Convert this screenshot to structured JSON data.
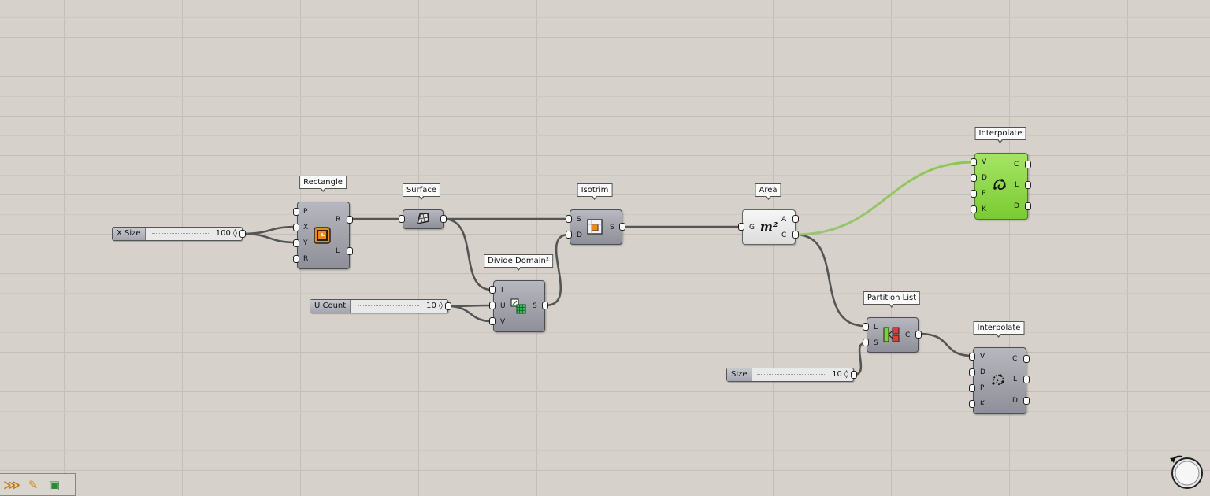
{
  "canvas": {
    "background": "#d6d2cb",
    "grid_line": "#c3beb6",
    "wire_color": "#555555",
    "wire_selected_color": "#8cc84b"
  },
  "components": {
    "rectangle": {
      "name": "Rectangle",
      "inputs": [
        "P",
        "X",
        "Y",
        "R"
      ],
      "outputs": [
        "R",
        "L"
      ],
      "icon": "rectangle-icon"
    },
    "surface": {
      "name": "Surface",
      "icon": "surface-icon"
    },
    "isotrim": {
      "name": "Isotrim",
      "inputs": [
        "S",
        "D"
      ],
      "outputs": [
        "S"
      ],
      "icon": "isotrim-icon"
    },
    "divide_domain": {
      "name": "Divide Domain²",
      "inputs": [
        "I",
        "U",
        "V"
      ],
      "outputs": [
        "S"
      ],
      "icon": "divide-domain-icon"
    },
    "area": {
      "name": "Area",
      "inputs": [
        "G"
      ],
      "outputs": [
        "A",
        "C"
      ],
      "icon_text": "m²"
    },
    "interpolate_top": {
      "name": "Interpolate",
      "inputs": [
        "V",
        "D",
        "P",
        "K"
      ],
      "outputs": [
        "C",
        "L",
        "D"
      ],
      "icon": "interpolate-icon",
      "state": "selected",
      "color": "#8ed34a"
    },
    "partition_list": {
      "name": "Partition List",
      "inputs": [
        "L",
        "S"
      ],
      "outputs": [
        "C"
      ],
      "icon": "partition-list-icon"
    },
    "interpolate_bottom": {
      "name": "Interpolate",
      "inputs": [
        "V",
        "D",
        "P",
        "K"
      ],
      "outputs": [
        "C",
        "L",
        "D"
      ],
      "icon": "interpolate-icon"
    }
  },
  "sliders": {
    "x_size": {
      "label": "X Size",
      "value": "100 ◊"
    },
    "u_count": {
      "label": "U Count",
      "value": "10 ◊"
    },
    "size": {
      "label": "Size",
      "value": "10 ◊"
    }
  },
  "toolbar": {
    "items": [
      {
        "icon": "wire-display-icon",
        "glyph": "⋙"
      },
      {
        "icon": "sketch-pen-icon",
        "glyph": "✎"
      },
      {
        "icon": "group-icon",
        "glyph": "▣"
      }
    ]
  },
  "navigation": {
    "icon": "canvas-navigation-icon"
  }
}
